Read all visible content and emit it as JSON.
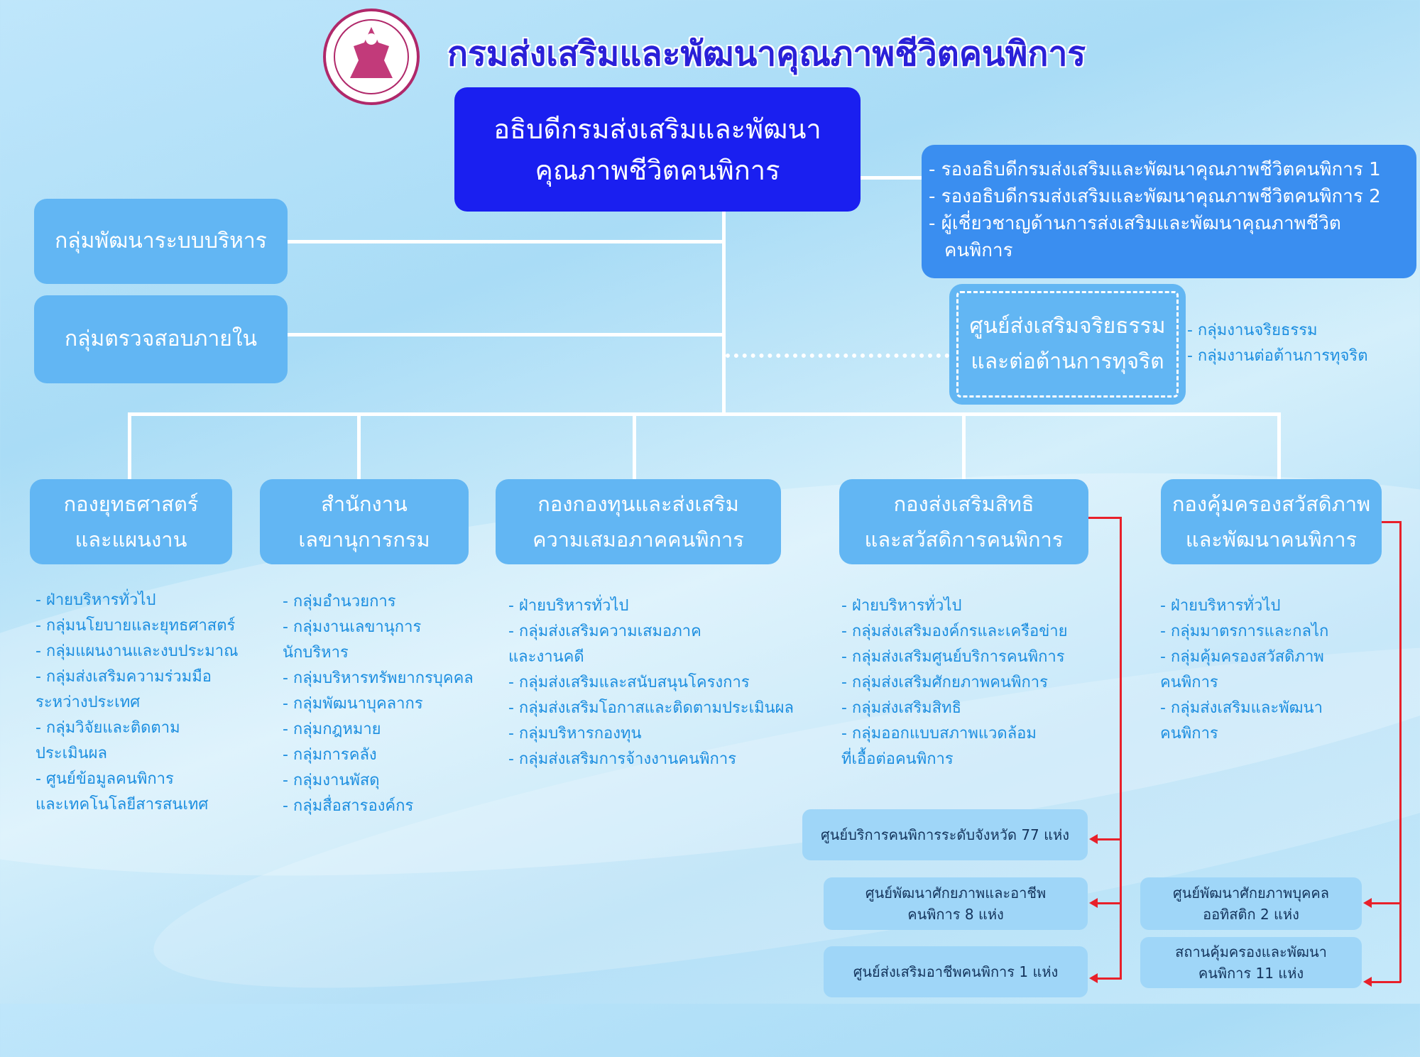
{
  "header": {
    "title": "กรมส่งเสริมและพัฒนาคุณภาพชีวิตคนพิการ",
    "logo_alt": "ตรากรมส่งเสริมและพัฒนาคุณภาพชีวิตคนพิการ"
  },
  "director": {
    "line1": "อธิบดีกรมส่งเสริมและพัฒนา",
    "line2": "คุณภาพชีวิตคนพิการ"
  },
  "deputies": [
    "- รองอธิบดีกรมส่งเสริมและพัฒนาคุณภาพชีวิตคนพิการ 1",
    "- รองอธิบดีกรมส่งเสริมและพัฒนาคุณภาพชีวิตคนพิการ 2",
    "- ผู้เชี่ยวชาญด้านการส่งเสริมและพัฒนาคุณภาพชีวิต",
    "คนพิการ"
  ],
  "staff": {
    "admin_dev": "กลุ่มพัฒนาระบบบริหาร",
    "audit": "กลุ่มตรวจสอบภายใน"
  },
  "ethics": {
    "line1": "ศูนย์ส่งเสริมจริยธรรม",
    "line2": "และต่อต้านการทุจริต",
    "items": [
      "- กลุ่มงานจริยธรรม",
      "- กลุ่มงานต่อต้านการทุจริต"
    ]
  },
  "divisions": [
    {
      "line1": "กองยุทธศาสตร์",
      "line2": "และแผนงาน",
      "items": [
        "- ฝ่ายบริหารทั่วไป",
        "- กลุ่มนโยบายและยุทธศาสตร์",
        "- กลุ่มแผนงานและงบประมาณ",
        "- กลุ่มส่งเสริมความร่วมมือ",
        "  ระหว่างประเทศ",
        "- กลุ่มวิจัยและติดตาม",
        "   ประเมินผล",
        "- ศูนย์ข้อมูลคนพิการ",
        "   และเทคโนโลยีสารสนเทศ"
      ]
    },
    {
      "line1": "สำนักงาน",
      "line2": "เลขานุการกรม",
      "items": [
        "- กลุ่มอำนวยการ",
        "- กลุ่มงานเลขานุการ",
        "   นักบริหาร",
        "- กลุ่มบริหารทรัพยากรบุคคล",
        "- กลุ่มพัฒนาบุคลากร",
        "- กลุ่มกฎหมาย",
        "- กลุ่มการคลัง",
        "- กลุ่มงานพัสดุ",
        "- กลุ่มสื่อสารองค์กร"
      ]
    },
    {
      "line1": "กองกองทุนและส่งเสริม",
      "line2": "ความเสมอภาคคนพิการ",
      "items": [
        "  - ฝ่ายบริหารทั่วไป",
        "  - กลุ่มส่งเสริมความเสมอภาค",
        "     และงานคดี",
        "  - กลุ่มส่งเสริมและสนับสนุนโครงการ",
        "- กลุ่มส่งเสริมโอกาสและติดตามประเมินผล",
        "- กลุ่มบริหารกองทุน",
        "- กลุ่มส่งเสริมการจ้างงานคนพิการ"
      ]
    },
    {
      "line1": "กองส่งเสริมสิทธิ",
      "line2": "และสวัสดิการคนพิการ",
      "items": [
        "- ฝ่ายบริหารทั่วไป",
        "- กลุ่มส่งเสริมองค์กรและเครือข่าย",
        "- กลุ่มส่งเสริมศูนย์บริการคนพิการ",
        "- กลุ่มส่งเสริมศักยภาพคนพิการ",
        "- กลุ่มส่งเสริมสิทธิ",
        "- กลุ่มออกแบบสภาพแวดล้อม",
        "   ที่เอื้อต่อคนพิการ"
      ]
    },
    {
      "line1": "กองคุ้มครองสวัสดิภาพ",
      "line2": "และพัฒนาคนพิการ",
      "items": [
        "- ฝ่ายบริหารทั่วไป",
        "- กลุ่มมาตรการและกลไก",
        "- กลุ่มคุ้มครองสวัสดิภาพ",
        "   คนพิการ",
        "- กลุ่มส่งเสริมและพัฒนา",
        "   คนพิการ"
      ]
    }
  ],
  "units": {
    "provincial": "ศูนย์บริการคนพิการระดับจังหวัด 77 แห่ง",
    "vocational": [
      "ศูนย์พัฒนาศักยภาพและอาชีพ",
      "คนพิการ 8 แห่ง"
    ],
    "career": "ศูนย์ส่งเสริมอาชีพคนพิการ 1 แห่ง",
    "autism": [
      "ศูนย์พัฒนาศักยภาพบุคคล",
      "ออทิสติก 2 แห่ง"
    ],
    "shelter": [
      "สถานคุ้มครองและพัฒนา",
      "คนพิการ 11 แห่ง"
    ]
  },
  "colors": {
    "director": "#1a1ff0",
    "deputies": "#3a8ef0",
    "division": "#62b6f3",
    "connector_red": "#e8202a",
    "title": "#2a20d8"
  }
}
